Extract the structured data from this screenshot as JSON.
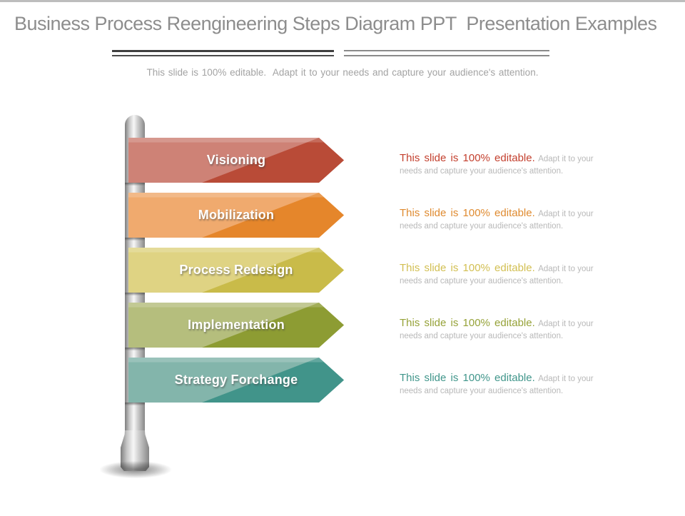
{
  "slide": {
    "title": "Business Process Reengineering Steps Diagram PPT  Presentation Examples",
    "subtitle": "This slide is 100% editable.  Adapt it to your needs and capture your audience's attention."
  },
  "steps": [
    {
      "label": "Visioning",
      "light_color": "#ce8276",
      "dark_color": "#b94b37",
      "accent_color": "#c33f2d",
      "highlight_text": "This slide is 100% editable.",
      "description_text": "Adapt it to your needs and capture your audience's attention."
    },
    {
      "label": "Mobilization",
      "light_color": "#f0aa6e",
      "dark_color": "#e5862b",
      "accent_color": "#df8a2f",
      "highlight_text": "This slide is 100% editable.",
      "description_text": "Adapt it to your needs and capture your audience's attention."
    },
    {
      "label": "Process Redesign",
      "light_color": "#dfd383",
      "dark_color": "#c9bb49",
      "accent_color": "#d2bf52",
      "highlight_text": "This slide is 100% editable.",
      "description_text": "Adapt it to your needs and capture your audience's attention."
    },
    {
      "label": "Implementation",
      "light_color": "#b5be7d",
      "dark_color": "#8d9c33",
      "accent_color": "#96a238",
      "highlight_text": "This slide is 100% editable.",
      "description_text": "Adapt it to your needs and capture your audience's attention."
    },
    {
      "label": "Strategy Forchange",
      "light_color": "#83b5ab",
      "dark_color": "#41948a",
      "accent_color": "#41968b",
      "highlight_text": "This slide is 100% editable.",
      "description_text": "Adapt it to your needs and capture your audience's attention."
    }
  ]
}
